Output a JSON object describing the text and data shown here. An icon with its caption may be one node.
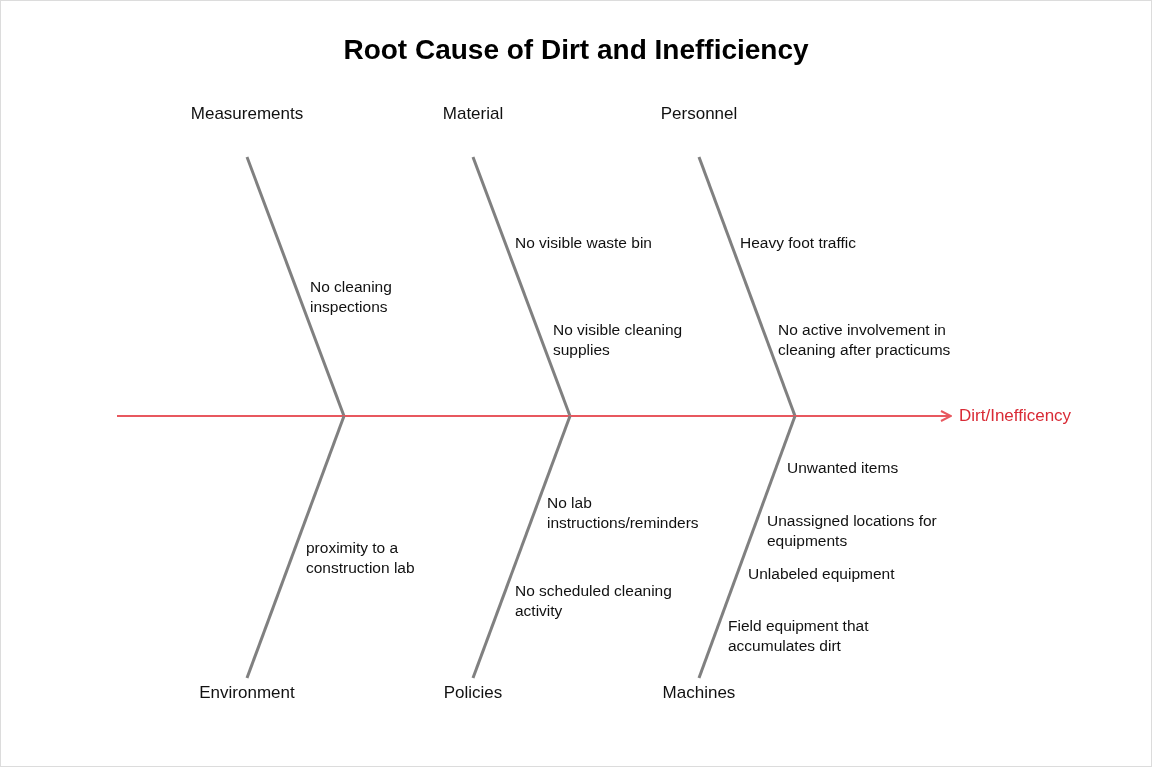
{
  "diagram": {
    "title": "Root Cause of Dirt and Inefficiency",
    "nodes": [
      {
        "text": [
          "Measurements"
        ]
      },
      {
        "text": [
          "Material"
        ]
      },
      {
        "text": [
          "Personnel"
        ]
      },
      {
        "text": [
          "Dirt/Inefficency"
        ]
      },
      {
        "text": [
          "Environment"
        ]
      },
      {
        "text": [
          "Policies"
        ]
      },
      {
        "text": [
          "Machines"
        ]
      }
    ],
    "edges": [
      {
        "from": 0,
        "to": null,
        "arrow": "none"
      },
      {
        "from": 1,
        "to": null,
        "arrow": "none"
      },
      {
        "from": 2,
        "to": null,
        "arrow": "none"
      },
      {
        "from": null,
        "to": 3,
        "arrow": "to",
        "color": "#e8585f"
      },
      {
        "from": 4,
        "to": null,
        "arrow": "none"
      },
      {
        "from": 5,
        "to": null,
        "arrow": "none"
      },
      {
        "from": 6,
        "to": null,
        "arrow": "none"
      }
    ],
    "labels": [
      "No visible waste bin",
      "Heavy foot traffic",
      "No cleaning inspections",
      "No visible cleaning supplies",
      "No active involvement in cleaning after practicums",
      "Unwanted items",
      "No lab instructions/reminders",
      "Unassigned locations for equipments",
      "proximity to a construction lab",
      "Unlabeled equipment",
      "No scheduled cleaning activity",
      "Field equipment that accumulates dirt"
    ]
  }
}
